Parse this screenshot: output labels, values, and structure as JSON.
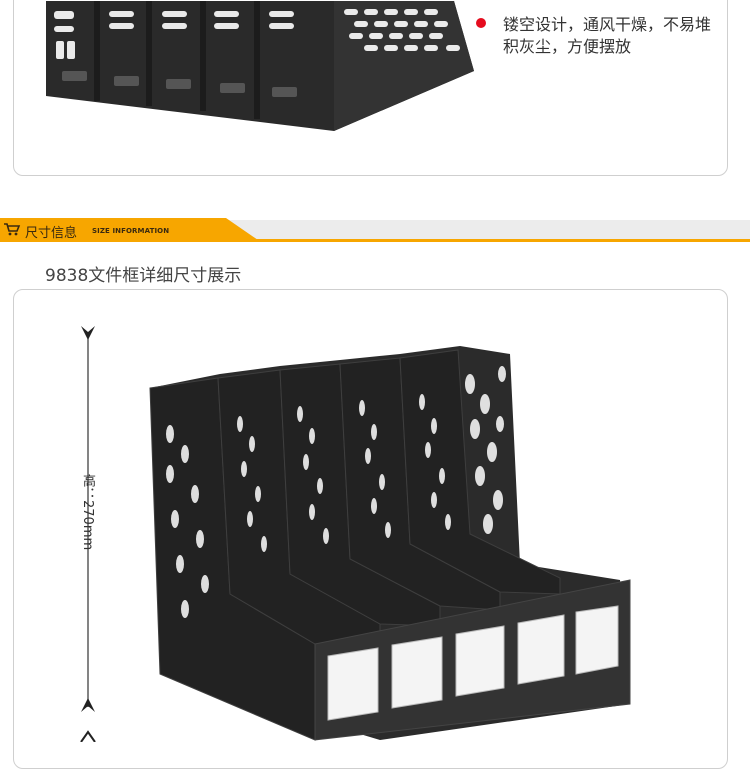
{
  "feature": {
    "text": "镂空设计，通风干燥，不易堆积灰尘，方便摆放"
  },
  "section": {
    "title_cn": "尺寸信息",
    "title_en": "SIZE INFORMATION",
    "icon": "cart-icon"
  },
  "caption": "9838文件框详细尺寸展示",
  "dimension": {
    "height_label": "高：270mm"
  },
  "colors": {
    "accent_orange": "#f7a600",
    "bullet_red": "#e50c1e",
    "product_black": "#2b2b2b"
  }
}
